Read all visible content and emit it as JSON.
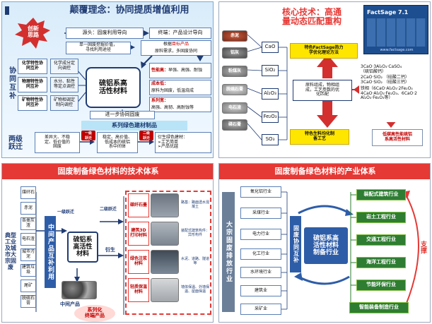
{
  "colors": {
    "red": "#c00000",
    "navy": "#1f3b73",
    "blue": "#2e5da8",
    "green": "#2e7d32",
    "lightgreen": "#7fbf3f",
    "yellow": "#ffe600",
    "orange": "#ff9800"
  },
  "q1": {
    "title": "颠覆理念：协同提质增值利用",
    "burst": [
      "创新",
      "思路"
    ],
    "row1": {
      "left": "源头：固废利用导向",
      "right": "终端：产品设计导向"
    },
    "row2": {
      "left": [
        "单一固废挖掘价值，",
        "寻找利用途径"
      ],
      "right_pre": "根据",
      "right_hl": "目标产品",
      "right_post": "原料需求，多固废协同"
    },
    "vertical": "协同互补",
    "props": [
      {
        "label": [
          "化学特性协",
          "同互补"
        ],
        "desc": [
          "化学成分定",
          "向调控"
        ]
      },
      {
        "label": [
          "物理特性协",
          "同互补"
        ],
        "desc": [
          "水分、黏性",
          "等定点调控"
        ]
      },
      {
        "label": [
          "矿物特性协",
          "同互补"
        ],
        "desc": [
          "矿物相调定",
          "制向调控"
        ]
      }
    ],
    "center": [
      "硫铝系高",
      "活性材料"
    ],
    "features": [
      {
        "title": "性能高：",
        "body": "早强、高强、耐蚀"
      },
      {
        "title": "成本低：",
        "body": "原料为固废，低温烧成"
      },
      {
        "title": "系列宽：",
        "body": "高强、高韧、高耐蚀等"
      }
    ],
    "step": "进一步协同固废",
    "series": "系列绿色建材制品",
    "leap": [
      "两级",
      "跃迁"
    ],
    "bottom": [
      [
        "差异大、不稳",
        "定、低价值的",
        "固废"
      ],
      [
        "稳定、高价值、",
        "低成本的硫铝",
        "系中间体"
      ],
      [
        "衍生绿色建材：",
        "➢工艺简单",
        "➢产品优越"
      ]
    ],
    "leap1": [
      "一级",
      "跃迁"
    ],
    "leap2": [
      "二级",
      "跃迁"
    ]
  },
  "q2": {
    "title": [
      "核心技术：高通",
      "量动态匹配重构"
    ],
    "software": "FactSage 7.1",
    "website": "www.factsage.com",
    "materials": [
      "赤泥",
      "铝灰",
      "粉煤灰",
      "脱硫石膏",
      "电石渣",
      "磷石膏"
    ],
    "oxides": [
      "CaO",
      "SiO₂",
      "Al₂O₃",
      "Fe₂O₃",
      "SO₃"
    ],
    "thermo": [
      "特色FactSage热力",
      "学优化理论方法"
    ],
    "core": [
      "原料组成，物相组",
      "成，工艺参数的优",
      "化匹配"
    ],
    "process": [
      "特色生料均化制",
      "备工艺"
    ],
    "phases": [
      "3CaO·3Al₂O₃·CaSO₄",
      "（硫铝酸钙）",
      "2CaO·SiO₂ （硅酸二钙）",
      "3CaO·SiO₂ （硅酸三钙）",
      "铁相（6CaO·Al₂O₃·2Fe₂O₃",
      "4CaO·Al₂O₃·Fe₂O₃、6CaO·2",
      "Al₂O₃·Fe₂O₃等）"
    ],
    "result": [
      "低碳高性能硫铝",
      "系高活性材料"
    ]
  },
  "q3": {
    "title": "固废制备绿色材料的技术体系",
    "side": [
      "典型",
      "工业",
      "及城",
      "市大",
      "宗固",
      "废"
    ],
    "wastes": [
      "煤矸石",
      "赤泥",
      "各类灰渣",
      "电石渣",
      "城市污泥",
      "建筑垃圾",
      "尾矿",
      "脱硫石膏"
    ],
    "leap1": "一级跃迁",
    "leap2": "二级跃迁",
    "vertical": "中间产品互补利用",
    "center": [
      "硫铝系",
      "高活性",
      "材料"
    ],
    "intermediate": "中间产品",
    "derive": "衍生",
    "products": [
      {
        "name": "碳纤石墨",
        "desc": "路基：路面透水混凝土"
      },
      {
        "name": "建筑3D打印材料",
        "desc": "装配式建筑构件：异形构件"
      },
      {
        "name": "绿色注浆材料",
        "desc": "水泥、道路、隧道等"
      },
      {
        "name": "轻质保温材料",
        "desc": "墙体保温、外墙保温、屋面保温"
      }
    ],
    "series": [
      "系列化",
      "终端产品"
    ]
  },
  "q4": {
    "title": "固废制备绿色材料的产业体系",
    "side": "大宗固废排放行业",
    "industries": [
      "氧化铝行业",
      "采煤行业",
      "电力行业",
      "化工行业",
      "水环境行业",
      "建筑业",
      "采矿业"
    ],
    "synergy": "固废协同互补",
    "center": [
      "硫铝系高",
      "活性材料",
      "制备行业"
    ],
    "support": "支撑",
    "targets": [
      "装配式建筑行业",
      "岩土工程行业",
      "交通工程行业",
      "海洋工程行业",
      "节能环保行业",
      "智能装备制造行业"
    ]
  }
}
